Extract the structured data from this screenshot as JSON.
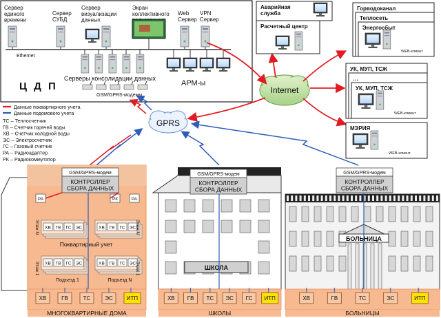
{
  "servers": [
    {
      "id": "s1",
      "label": "Сервер\nединого\nвремени"
    },
    {
      "id": "s2",
      "label": "Сервер\nСУБД"
    },
    {
      "id": "s3",
      "label": "Сервер\nвизуализации\nданных"
    },
    {
      "id": "s4",
      "label": "Экран\nколлективного\nпользования"
    },
    {
      "id": "s5",
      "label": "Web\nСервер"
    },
    {
      "id": "s6",
      "label": "VPN\nСервер"
    }
  ],
  "ethernet_label": "Ethernet",
  "consolidation_label": "Серверы консолидации данных",
  "arm_label": "АРМ-ы",
  "modems_label": "GSM/GPRS-модемы",
  "cdp_label": "Ц Д П",
  "internet_label": "Internet",
  "gprs_label": "GPRS",
  "remote_left": [
    {
      "id": "emergency",
      "label": "Аварийная\nслужба"
    },
    {
      "id": "billing",
      "label": "Расчетный центр"
    }
  ],
  "clients": {
    "group1": [
      "Горводоканал",
      "Теплосеть",
      "Энергосбыт"
    ],
    "group2": [
      "УК, МУП, ТСЖ",
      "…",
      "УК, МУП, ТСЖ"
    ],
    "group3": [
      "МЭРИЯ"
    ],
    "web_client": "WEB-клиент"
  },
  "legend": {
    "items": [
      {
        "label": "Данные поквартирного учета",
        "color": "#e21b22"
      },
      {
        "label": "Данные подомового учета",
        "color": "#2e5cb8"
      }
    ],
    "abbreviations": [
      "ТС – Теплосчетчик",
      "ГВ – Счетчик горячей воды",
      "ХВ – Счетчик холодной воды",
      "ЭС – Электросчетчик",
      "ГС – Газовый счетчик",
      "РА – Радиоадаптер",
      "РК – Радиокоммутатор"
    ]
  },
  "buildings": {
    "apartment": {
      "modem": "GSM/GPRS-модем",
      "controller": "КОНТРОЛЛЕР\nСБОРА ДАННЫХ",
      "ra": "РА",
      "rk": "РК",
      "meters": [
        "ХВ",
        "ГВ",
        "ГС",
        "ЭС"
      ],
      "floor_n": "Этаж N",
      "floor_1": "Этаж 1",
      "apt_label": "Поквартирный учет",
      "entrance1": "Подъезд 1",
      "entranceN": "Подъезд N",
      "base_meters": [
        "ХВ",
        "ГВ",
        "ТС",
        "ЭС",
        "ИТП"
      ],
      "caption": "МНОГОКВАРТИРНЫЕ ДОМА"
    },
    "school": {
      "modem": "GSM/GPRS-модем",
      "controller": "КОНТРОЛЛЕР\nСБОРА ДАННЫХ",
      "sign": "ШКОЛА",
      "base_meters": [
        "ХВ",
        "ГВ",
        "ТС",
        "ЭС",
        "ГС",
        "ИТП"
      ],
      "caption": "ШКОЛЫ"
    },
    "hospital": {
      "modem": "GSM/GPRS-модем",
      "controller": "КОНТРОЛЛЕР\nСБОРА ДАННЫХ",
      "sign": "БОЛЬНИЦА",
      "base_meters": [
        "ХВ",
        "ГВ",
        "ТС",
        "ЭС",
        "ИТП"
      ],
      "caption": "БОЛЬНИЦЫ"
    }
  },
  "colors": {
    "orange": "#f7b98f",
    "orange_dark": "#e9925e",
    "itp": "#ffe300",
    "red": "#e21b22",
    "blue": "#2e5cb8",
    "grey": "#d0d0d0"
  }
}
